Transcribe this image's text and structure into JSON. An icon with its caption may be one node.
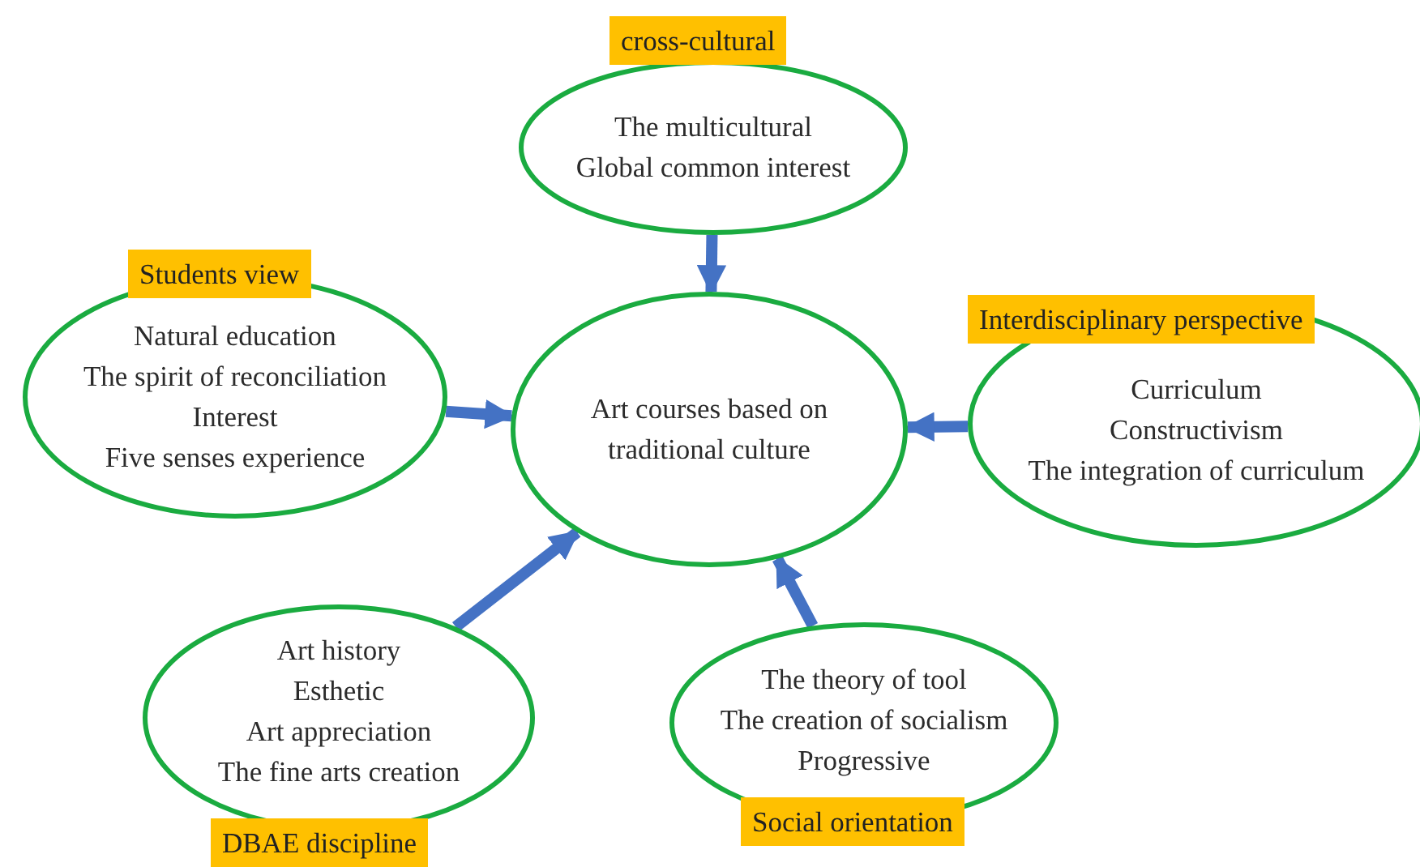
{
  "diagram": {
    "nodes": [
      {
        "text": [
          "Art courses based on traditional culture"
        ]
      },
      {
        "text": [
          "cross-cultural",
          "The multicultural",
          "Global common interest"
        ]
      },
      {
        "text": [
          "Students view",
          "Natural education",
          "The spirit of reconciliation",
          "Interest",
          "Five senses experience"
        ]
      },
      {
        "text": [
          "Interdisciplinary perspective",
          "Curriculum",
          "Constructivism",
          "The integration of curriculum"
        ]
      },
      {
        "text": [
          "Art history",
          "Esthetic",
          "Art appreciation",
          "The fine arts creation",
          "DBAE discipline"
        ]
      },
      {
        "text": [
          "The theory of tool",
          "The creation of socialism",
          "Progressive",
          "Social orientation"
        ]
      }
    ],
    "edges": [
      {
        "from": 1,
        "to": 0,
        "arrow": "to"
      },
      {
        "from": 2,
        "to": 0,
        "arrow": "to"
      },
      {
        "from": 3,
        "to": 0,
        "arrow": "to"
      },
      {
        "from": 4,
        "to": 0,
        "arrow": "to"
      },
      {
        "from": 5,
        "to": 0,
        "arrow": "to"
      }
    ]
  }
}
